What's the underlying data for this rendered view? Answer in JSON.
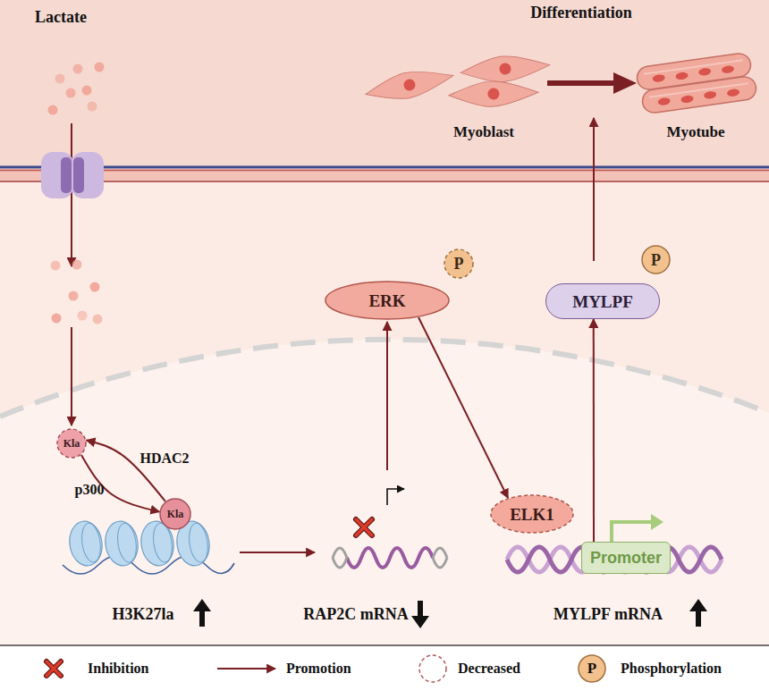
{
  "diagram": {
    "nodes": [
      {
        "text": [
          "ERK"
        ]
      },
      {
        "text": [
          "P"
        ]
      },
      {
        "text": [
          "MYLPF"
        ]
      },
      {
        "text": [
          "P"
        ]
      },
      {
        "text": [
          "Kla"
        ]
      },
      {
        "text": [
          "Kla"
        ]
      },
      {
        "text": [
          "ELK1"
        ]
      },
      {
        "text": [
          "Promoter"
        ]
      }
    ],
    "edges": [
      {
        "from": 4,
        "to": 5,
        "label": "p300",
        "arrow": "to"
      },
      {
        "from": 5,
        "to": 4,
        "label": "HDAC2",
        "arrow": "to"
      },
      {
        "from": 0,
        "to": 6,
        "arrow": "to"
      },
      {
        "from": 7,
        "to": 2,
        "arrow": "to"
      }
    ],
    "labels": [
      "Lactate",
      "Differentiation",
      "Myoblast",
      "Myotube",
      "H3K27la",
      "RAP2C mRNA",
      "MYLPF mRNA",
      "P"
    ],
    "legend": [
      {
        "text": "Inhibition"
      },
      {
        "text": "Promotion"
      },
      {
        "text": "Decreased"
      },
      {
        "text": "Phosphorylation"
      }
    ]
  }
}
